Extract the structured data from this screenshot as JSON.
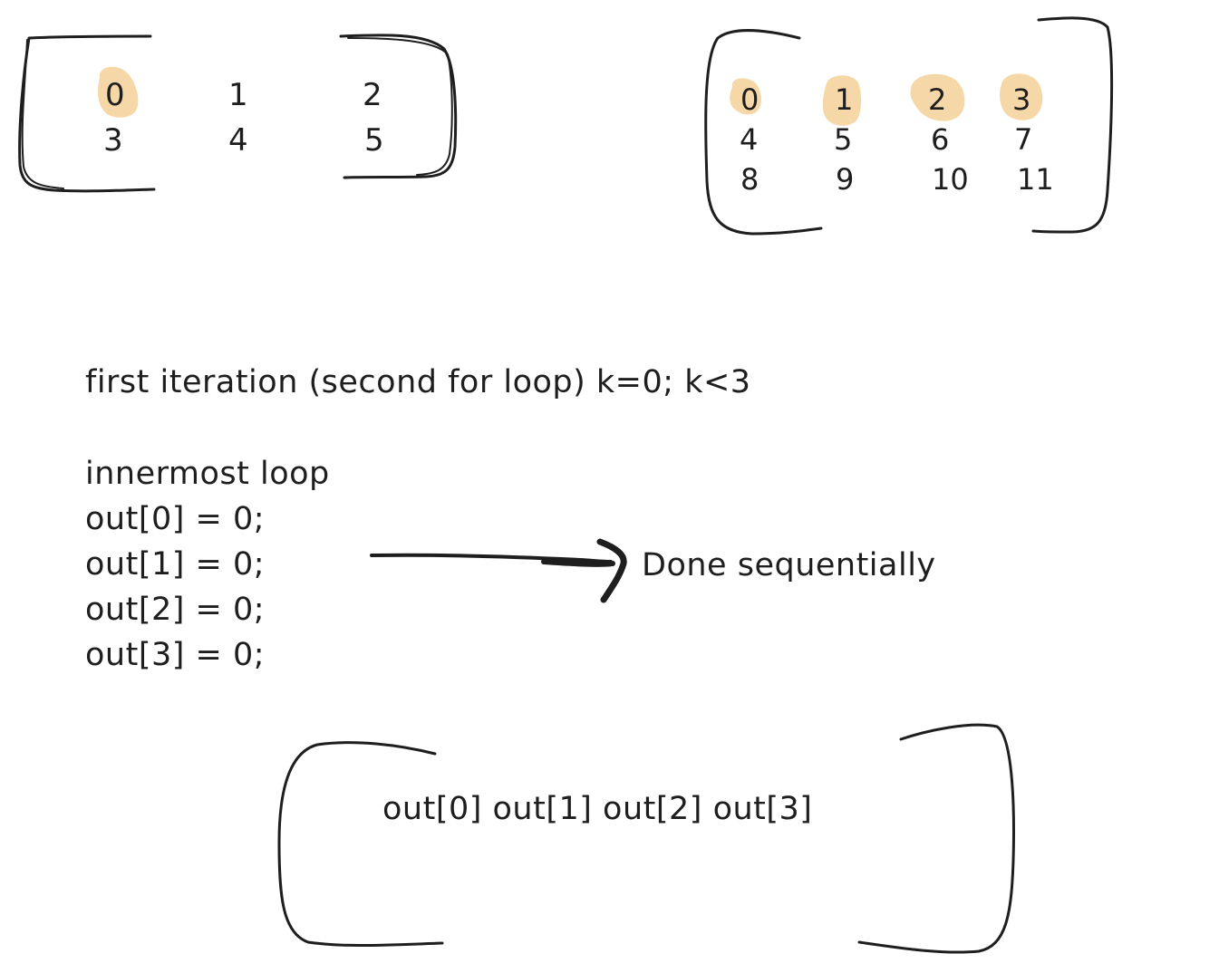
{
  "colors": {
    "ink": "#1e1e1e",
    "highlight": "#f6d7a7"
  },
  "matrix_a": {
    "rows": [
      [
        "0",
        "1",
        "2"
      ],
      [
        "3",
        "4",
        "5"
      ]
    ],
    "highlighted": [
      "0"
    ]
  },
  "matrix_b": {
    "rows": [
      [
        "0",
        "1",
        "2",
        "3"
      ],
      [
        "4",
        "5",
        "6",
        "7"
      ],
      [
        "8",
        "9",
        "10",
        "11"
      ]
    ],
    "highlighted": [
      "0",
      "1",
      "2",
      "3"
    ]
  },
  "notes": {
    "iteration": "first iteration (second for loop) k=0; k<3",
    "innermost": "innermost loop",
    "assignments": [
      "out[0] = 0;",
      "out[1] = 0;",
      "out[2] = 0;",
      "out[3] = 0;"
    ],
    "arrow_label": "Done sequentially"
  },
  "output": {
    "cells": "out[0] out[1] out[2] out[3]"
  }
}
